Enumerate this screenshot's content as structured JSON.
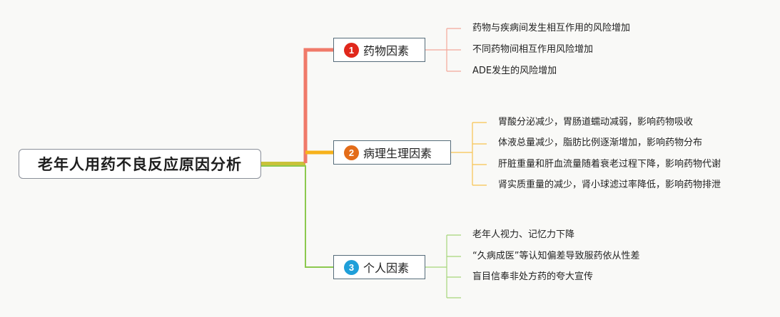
{
  "root": {
    "title": "老年人用药不良反应原因分析"
  },
  "branches": [
    {
      "number": "1",
      "label": "药物因素",
      "badge_color": "#e0271b",
      "line_color": "#f07a6a",
      "items": [
        "药物与疾病间发生相互作用的风险增加",
        "不同药物间相互作用风险增加",
        "ADE发生的风险增加"
      ]
    },
    {
      "number": "2",
      "label": "病理生理因素",
      "badge_color": "#e36c19",
      "line_color": "#f7b21b",
      "items": [
        "胃酸分泌减少，胃肠道蠕动减弱，影响药物吸收",
        "体液总量减少，脂肪比例逐渐增加，影响药物分布",
        "肝脏重量和肝血流量随着衰老过程下降，影响药物代谢",
        "肾实质重量的减少，肾小球滤过率降低，影响药物排泄"
      ]
    },
    {
      "number": "3",
      "label": "个人因素",
      "badge_color": "#1f9fd9",
      "line_color": "#8cc94f",
      "items": [
        "老年人视力、记忆力下降",
        "“久病成医”等认知偏差导致服药依从性差",
        "盲目信奉非处方药的夸大宣传",
        ""
      ]
    }
  ]
}
